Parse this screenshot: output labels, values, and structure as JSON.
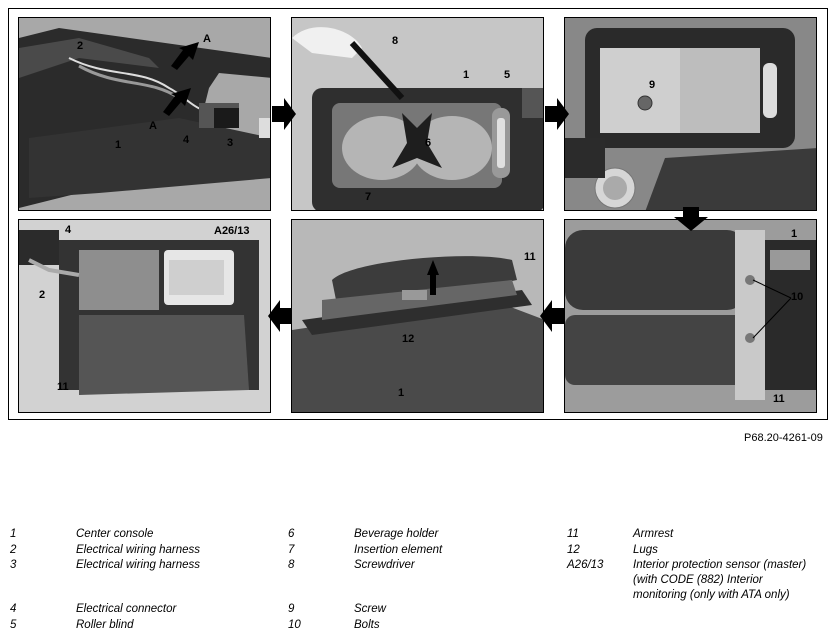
{
  "panels": [
    {
      "id": "p1",
      "callouts": [
        "A",
        "2",
        "A",
        "4",
        "3",
        "1"
      ]
    },
    {
      "id": "p2",
      "callouts": [
        "8",
        "1",
        "5",
        "6",
        "7"
      ]
    },
    {
      "id": "p3",
      "callouts": [
        "9"
      ]
    },
    {
      "id": "p4",
      "callouts": [
        "1",
        "10",
        "11"
      ]
    },
    {
      "id": "p5",
      "callouts": [
        "11",
        "12",
        "1"
      ]
    },
    {
      "id": "p6",
      "callouts": [
        "4",
        "A26/13",
        "2",
        "11"
      ]
    }
  ],
  "figure_code": "P68.20-4261-09",
  "legend": [
    {
      "num": "1",
      "text": "Center console"
    },
    {
      "num": "2",
      "text": "Electrical wiring harness"
    },
    {
      "num": "3",
      "text": "Electrical wiring harness"
    },
    {
      "num": "4",
      "text": "Electrical connector"
    },
    {
      "num": "5",
      "text": "Roller blind"
    },
    {
      "num": "6",
      "text": "Beverage holder"
    },
    {
      "num": "7",
      "text": "Insertion element"
    },
    {
      "num": "8",
      "text": "Screwdriver"
    },
    {
      "num": "9",
      "text": "Screw"
    },
    {
      "num": "10",
      "text": "Bolts"
    },
    {
      "num": "11",
      "text": "Armrest"
    },
    {
      "num": "12",
      "text": "Lugs"
    },
    {
      "num": "A26/13",
      "text_lines": [
        "Interior protection sensor (master)",
        "(with CODE (882) Interior",
        "monitoring (only with ATA only)"
      ]
    }
  ]
}
